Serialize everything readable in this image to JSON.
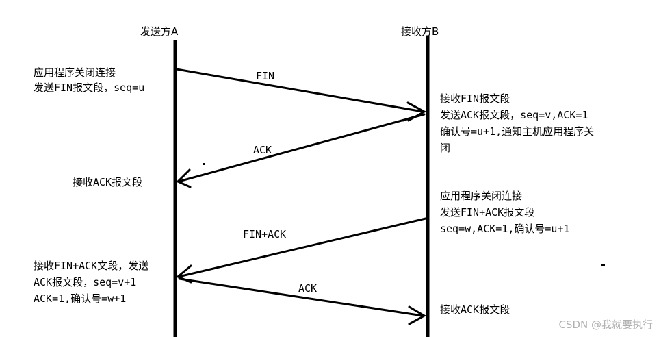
{
  "header": {
    "sender": "发送方A",
    "receiver": "接收方B"
  },
  "arrows": {
    "fin_1": "FIN",
    "ack_1": "ACK",
    "fin_ack": "FIN+ACK",
    "ack_2": "ACK"
  },
  "left_notes": {
    "close_app": [
      "应用程序关闭连接",
      "发送FIN报文段，seq=u"
    ],
    "recv_ack": [
      "接收ACK报文段"
    ],
    "recv_fin_ack": [
      "接收FIN+ACK文段，发送",
      "ACK报文段，seq=v+1",
      "ACK=1,确认号=w+1"
    ]
  },
  "right_notes": {
    "recv_fin": [
      "接收FIN报文段",
      "发送ACK报文段，seq=v,ACK=1",
      "确认号=u+1,通知主机应用程序关",
      "闭"
    ],
    "close_app": [
      "应用程序关闭连接",
      "发送FIN+ACK报文段",
      "seq=w,ACK=1,确认号=u+1"
    ],
    "recv_ack": [
      "接收ACK报文段"
    ]
  },
  "watermark": "CSDN @我就要执行",
  "colors": {
    "line": "#000000",
    "watermark": "#b0b0b0"
  }
}
